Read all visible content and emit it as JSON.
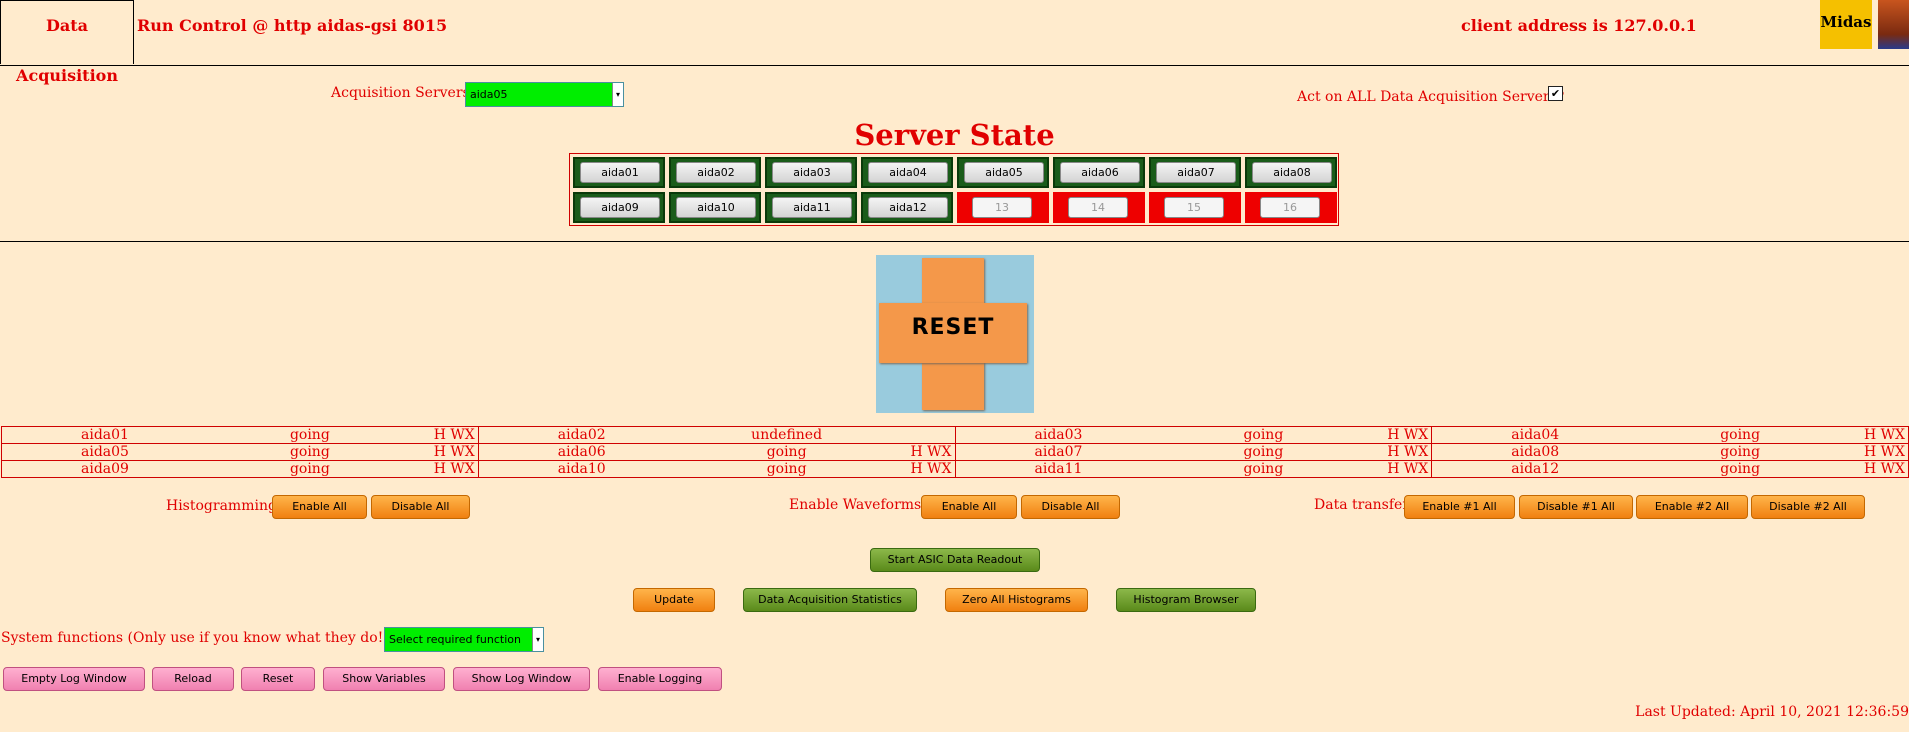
{
  "header": {
    "tab": "Data Acquisition",
    "title": "Run Control @ http aidas-gsi 8015",
    "client": "client address is 127.0.0.1",
    "logo_text": "Midas"
  },
  "acq": {
    "label": "Acquisition Servers",
    "selected": "aida05",
    "act_all_label": "Act on ALL Data Acquisition Servers?",
    "act_all_checked": true
  },
  "server_state": {
    "title": "Server State",
    "row1": [
      "aida01",
      "aida02",
      "aida03",
      "aida04",
      "aida05",
      "aida06",
      "aida07",
      "aida08"
    ],
    "row2": [
      "aida09",
      "aida10",
      "aida11",
      "aida12",
      "13",
      "14",
      "15",
      "16"
    ],
    "row2_inactive_from": 4
  },
  "reset_label": "RESET",
  "status": [
    [
      [
        "aida01",
        "going",
        "H WX"
      ],
      [
        "aida02",
        "undefined",
        ""
      ],
      [
        "aida03",
        "going",
        "H WX"
      ],
      [
        "aida04",
        "going",
        "H WX"
      ]
    ],
    [
      [
        "aida05",
        "going",
        "H WX"
      ],
      [
        "aida06",
        "going",
        "H WX"
      ],
      [
        "aida07",
        "going",
        "H WX"
      ],
      [
        "aida08",
        "going",
        "H WX"
      ]
    ],
    [
      [
        "aida09",
        "going",
        "H WX"
      ],
      [
        "aida10",
        "going",
        "H WX"
      ],
      [
        "aida11",
        "going",
        "H WX"
      ],
      [
        "aida12",
        "going",
        "H WX"
      ]
    ]
  ],
  "controls": {
    "histogramming": "Histogramming",
    "waveforms": "Enable Waveforms",
    "transfer": "Data transfer",
    "enable_all": "Enable All",
    "disable_all": "Disable All",
    "enable1": "Enable #1 All",
    "disable1": "Disable #1 All",
    "enable2": "Enable #2 All",
    "disable2": "Disable #2 All"
  },
  "actions": {
    "start_asic": "Start ASIC Data Readout",
    "update": "Update",
    "stats": "Data Acquisition Statistics",
    "zero": "Zero All Histograms",
    "browser": "Histogram Browser"
  },
  "system": {
    "label": "System functions (Only use if you know what they do!!!)",
    "select": "Select required function"
  },
  "log_buttons": {
    "empty": "Empty Log Window",
    "reload": "Reload",
    "reset": "Reset",
    "vars": "Show Variables",
    "log": "Show Log Window",
    "logging": "Enable Logging"
  },
  "footer": "Last Updated: April 10, 2021 12:36:59"
}
